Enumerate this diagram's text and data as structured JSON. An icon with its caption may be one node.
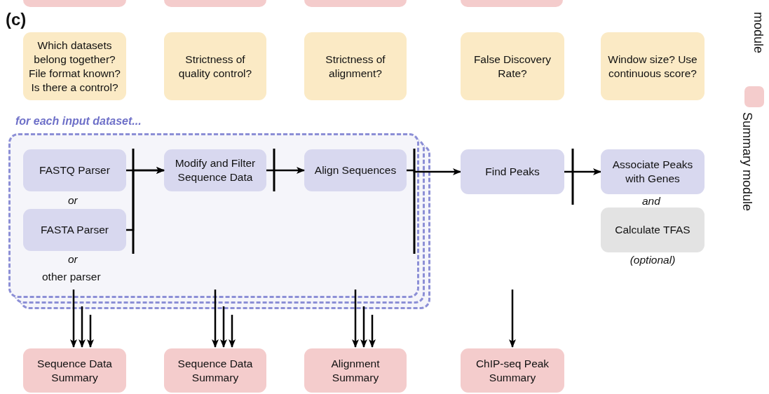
{
  "diagram": {
    "nodes": [
      {
        "text": [
          "for each input dataset..."
        ]
      },
      {
        "text": [
          "Which datasets belong together? File format known? Is there a control?"
        ]
      },
      {
        "text": [
          "Strictness of quality control?"
        ]
      },
      {
        "text": [
          "Strictness of alignment?"
        ]
      },
      {
        "text": [
          "False Discovery Rate?"
        ]
      },
      {
        "text": [
          "Window size? Use continuous score?"
        ]
      },
      {
        "text": [
          "FASTQ Parser"
        ],
        "in": 0
      },
      {
        "text": [
          "FASTA Parser"
        ],
        "in": 0
      },
      {
        "text": [
          "Modify and Filter Sequence Data"
        ],
        "in": 0
      },
      {
        "text": [
          "Align Sequences"
        ],
        "in": 0
      },
      {
        "text": [
          "Find Peaks"
        ]
      },
      {
        "text": [
          "Associate Peaks with Genes"
        ]
      },
      {
        "text": [
          "Calculate TFAS"
        ],
        "beside": [
          "(optional)"
        ]
      },
      {
        "text": [
          "Sequence Data Summary"
        ]
      },
      {
        "text": [
          "Sequence Data Summary"
        ]
      },
      {
        "text": [
          "Alignment Summary"
        ]
      },
      {
        "text": [
          "ChIP-seq Peak Summary"
        ]
      }
    ],
    "edges": [
      {
        "from": 6,
        "to": 8,
        "arrow": "to"
      },
      {
        "from": 7,
        "to": 8,
        "arrow": "to"
      },
      {
        "from": 8,
        "to": 9,
        "arrow": "to"
      },
      {
        "from": 9,
        "to": 10,
        "arrow": "to"
      },
      {
        "from": 10,
        "to": 11,
        "arrow": "to"
      },
      {
        "from": 0,
        "to": 13,
        "arrow": "to"
      },
      {
        "from": 0,
        "to": 13,
        "arrow": "to"
      },
      {
        "from": 0,
        "to": 13,
        "arrow": "to"
      },
      {
        "from": 0,
        "to": 14,
        "arrow": "to"
      },
      {
        "from": 0,
        "to": 14,
        "arrow": "to"
      },
      {
        "from": 0,
        "to": 14,
        "arrow": "to"
      },
      {
        "from": 0,
        "to": 15,
        "arrow": "to"
      },
      {
        "from": 0,
        "to": 15,
        "arrow": "to"
      },
      {
        "from": 0,
        "to": 15,
        "arrow": "to"
      },
      {
        "from": null,
        "to": 16,
        "arrow": "to"
      }
    ],
    "labels": [
      "(c)",
      "module",
      "or",
      "or",
      "other parser",
      "and"
    ],
    "legend": [
      {
        "text": "Summary module",
        "color": "#f4cccc"
      }
    ]
  }
}
